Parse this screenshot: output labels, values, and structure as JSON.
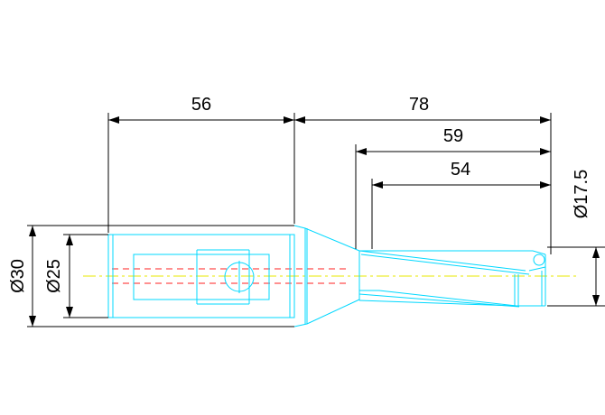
{
  "colors": {
    "outline": "#00d8ff",
    "dimension": "#000000",
    "hidden": "#ff2020",
    "centerline": "#e8e800"
  },
  "dimensions": {
    "shank_length": "56",
    "overall_body": "78",
    "flute_length_outer": "59",
    "flute_length_inner": "54",
    "body_diameter": "Ø17.5",
    "shank_outer_diameter": "Ø30",
    "shank_inner_diameter": "Ø25"
  }
}
